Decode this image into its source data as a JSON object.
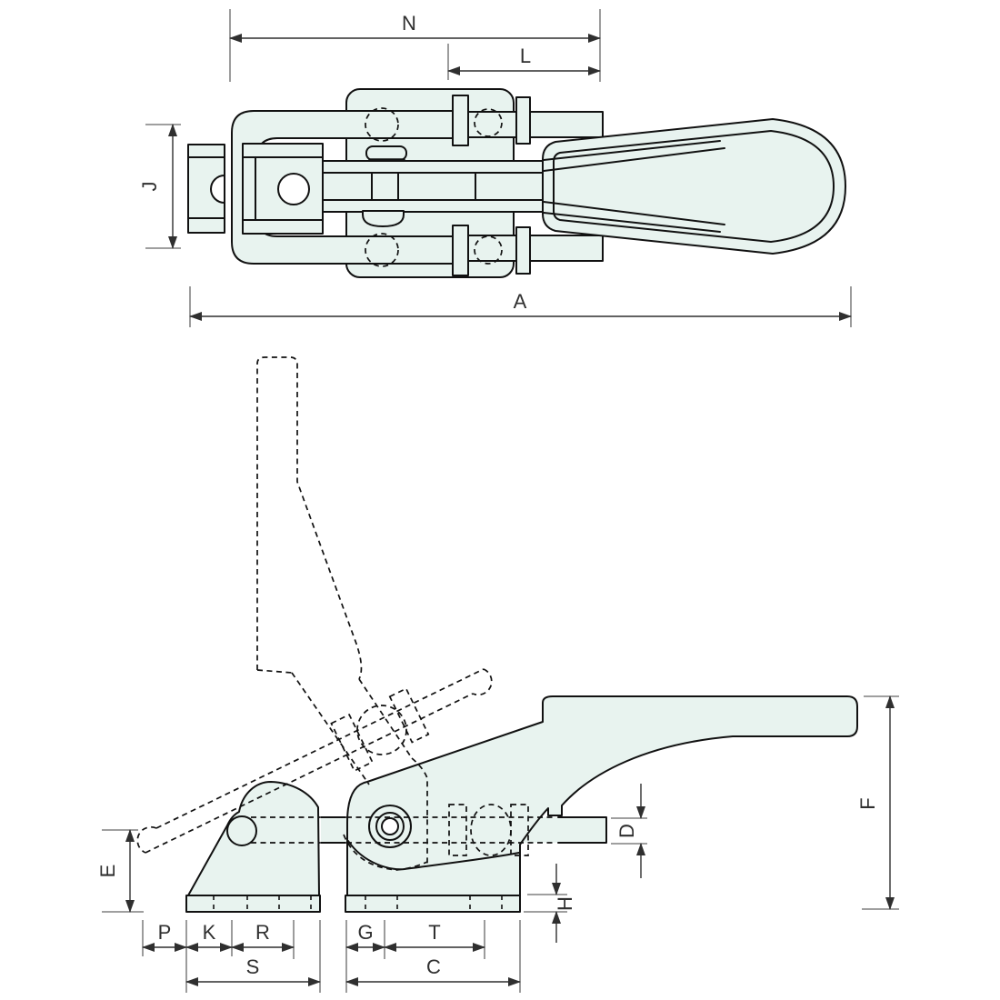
{
  "drawing": {
    "description": "latch-action toggle clamp, two orthographic views",
    "top_view_dimensions": [
      "N",
      "L",
      "J",
      "A"
    ],
    "side_view_dimensions": [
      "E",
      "P",
      "K",
      "R",
      "S",
      "G",
      "T",
      "C",
      "H",
      "D",
      "F"
    ]
  },
  "dims": {
    "n": "N",
    "l": "L",
    "j": "J",
    "a": "A",
    "e": "E",
    "f": "F",
    "d": "D",
    "h": "H",
    "p": "P",
    "k": "K",
    "r": "R",
    "s": "S",
    "g": "G",
    "t": "T",
    "c": "C"
  },
  "colors": {
    "part_fill": "#e8f3ef",
    "outline": "#111111",
    "dimension_line": "#2f2f2f",
    "extension_line": "#666666",
    "hole_fill": "#ffffff",
    "background": "#ffffff"
  }
}
